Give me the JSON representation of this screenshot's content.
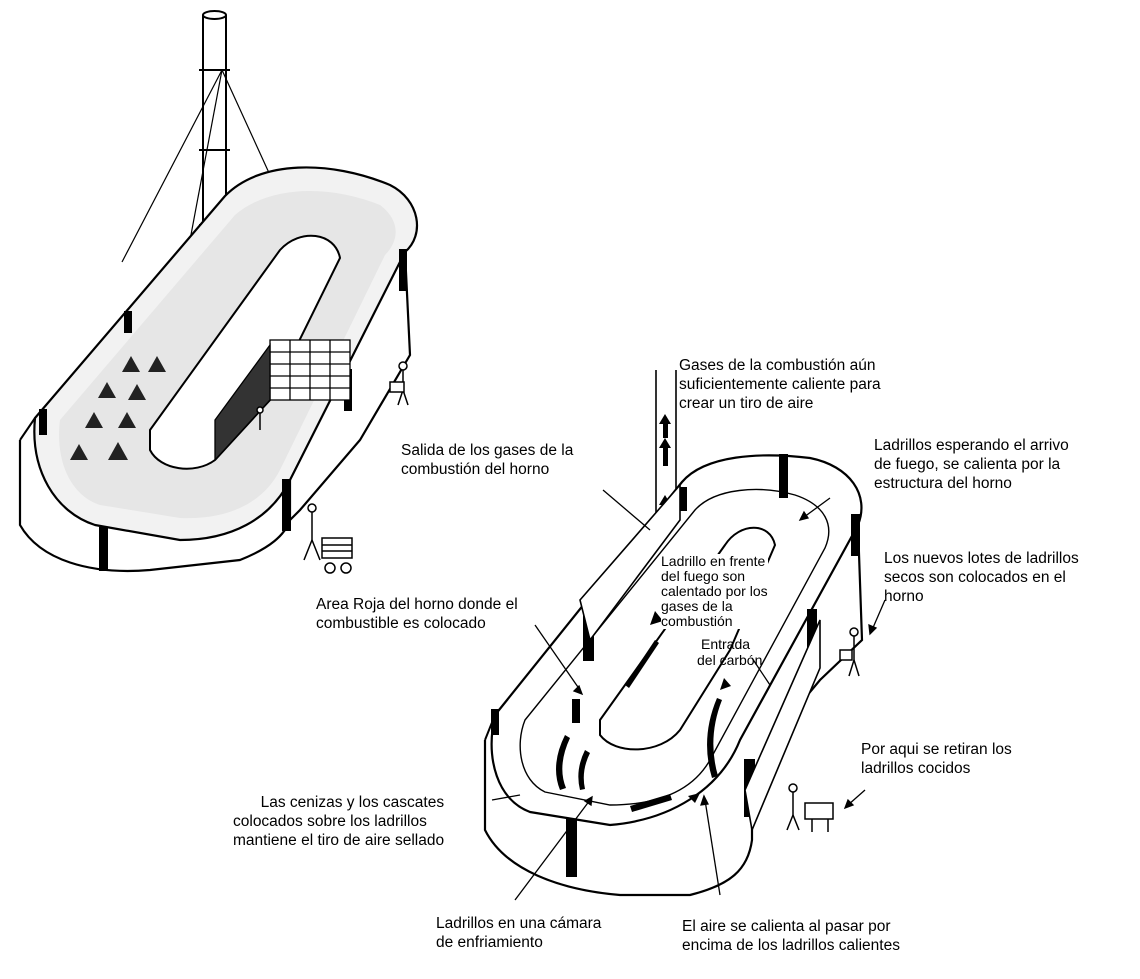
{
  "labels": {
    "gases_chimenea": [
      "Gases de la combustión aún",
      "suficientemente caliente para",
      "crear un tiro de aire"
    ],
    "salida_gases": [
      "Salida de los gases de la",
      "combustión del horno"
    ],
    "ladrillos_esperando": [
      "Ladrillos esperando el arrivo",
      "de fuego, se calienta por la",
      "estructura del horno"
    ],
    "nuevos_lotes": [
      "Los nuevos lotes de ladrillos",
      "secos son colocados en el",
      "horno"
    ],
    "ladrillo_frente": [
      "Ladrillo en frente",
      "del fuego son",
      "calentado por los",
      "gases de la",
      "combustión"
    ],
    "entrada_carbon": [
      "Entrada",
      "del carbón"
    ],
    "area_roja": [
      "Area Roja del horno donde el",
      "combustible es colocado"
    ],
    "retiran": [
      "Por aqui se retiran los",
      "ladrillos cocidos"
    ],
    "cenizas": [
      "Las cenizas y los cascates",
      "colocados sobre los ladrillos",
      "mantiene el tiro de aire sellado"
    ],
    "camara": [
      "Ladrillos en una cámara",
      "de enfriamiento"
    ],
    "aire": [
      "El aire se calienta al pasar por",
      "encima de los ladrillos calientes"
    ]
  },
  "colors": {
    "ink": "#000000",
    "paper": "#ffffff"
  }
}
